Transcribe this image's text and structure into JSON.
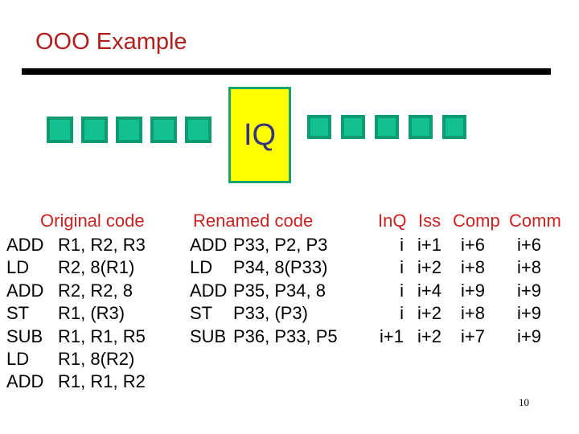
{
  "slide": {
    "title": "OOO Example",
    "page_number": "10"
  },
  "colors": {
    "title_red": "#b01e1e",
    "header_red": "#cc2222",
    "square_fill": "#12c18c",
    "square_border": "#0e9b72",
    "iq_fill": "#ffff00",
    "iq_border": "#19a36f",
    "iq_text": "#33337e",
    "divider": "#000000",
    "code_text": "#000000"
  },
  "diagram": {
    "iq_label": "IQ",
    "left_queue_count": 5,
    "right_queue_count": 5
  },
  "table": {
    "headers": {
      "original": "Original code",
      "renamed": "Renamed code",
      "inq": "InQ",
      "iss": "Iss",
      "comp": "Comp",
      "comm": "Comm"
    },
    "rows": [
      {
        "orig_op": "ADD",
        "orig_args": "R1, R2, R3",
        "ren_op": "ADD",
        "ren_args": "P33, P2, P3",
        "inq": "i",
        "iss": "i+1",
        "comp": "i+6",
        "comm": "i+6"
      },
      {
        "orig_op": "LD",
        "orig_args": "R2, 8(R1)",
        "ren_op": "LD",
        "ren_args": "P34, 8(P33)",
        "inq": "i",
        "iss": "i+2",
        "comp": "i+8",
        "comm": "i+8"
      },
      {
        "orig_op": "ADD",
        "orig_args": "R2, R2, 8",
        "ren_op": "ADD",
        "ren_args": "P35, P34, 8",
        "inq": "i",
        "iss": "i+4",
        "comp": "i+9",
        "comm": "i+9"
      },
      {
        "orig_op": "ST",
        "orig_args": "R1, (R3)",
        "ren_op": "ST",
        "ren_args": "P33, (P3)",
        "inq": "i",
        "iss": "i+2",
        "comp": "i+8",
        "comm": "i+9"
      },
      {
        "orig_op": "SUB",
        "orig_args": "R1, R1, R5",
        "ren_op": "SUB",
        "ren_args": "P36, P33, P5",
        "inq": "i+1",
        "iss": "i+2",
        "comp": "i+7",
        "comm": "i+9"
      },
      {
        "orig_op": "LD",
        "orig_args": "R1, 8(R2)"
      },
      {
        "orig_op": "ADD",
        "orig_args": "R1, R1, R2"
      }
    ]
  }
}
